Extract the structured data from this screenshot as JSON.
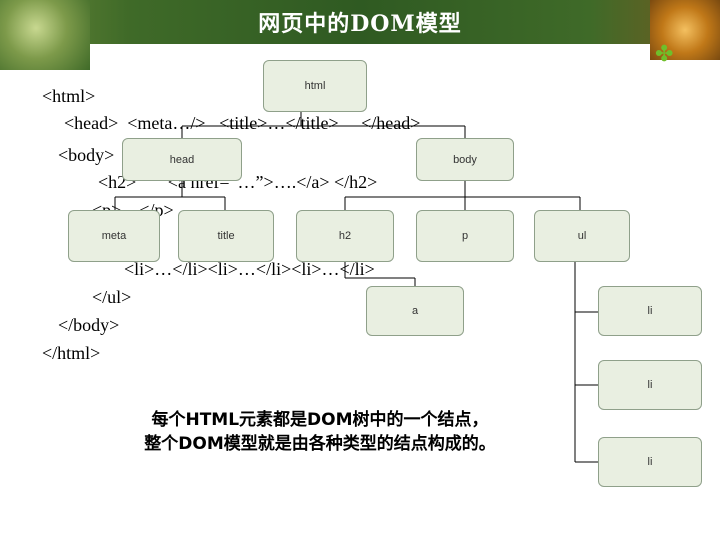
{
  "title": "网页中的DOM模型",
  "icons": {
    "corner_left": "mouse-keyboard-photo",
    "corner_right": "abstract-photo",
    "puzzle": "puzzle-piece-icon"
  },
  "colors": {
    "banner": "#3f6a28",
    "node_fill": "#e9efe1",
    "node_border": "#8fa08a",
    "accent": "#6fbf2a"
  },
  "code": {
    "l1": "<html>",
    "l2": "<head>  <meta…/>   <title>…</title>     </head>",
    "l3": "<body>",
    "l4": "<h2>       <a href=“…”>….</a> </h2>",
    "l5": "<p>…</p>",
    "l6": "<li>…</li><li>…</li><li>…</li>",
    "l7": "</ul>",
    "l8": "</body>",
    "l9": "</html>"
  },
  "nodes": {
    "html": "html",
    "head": "head",
    "body": "body",
    "meta": "meta",
    "title": "title",
    "h2": "h2",
    "p": "p",
    "ul": "ul",
    "a": "a",
    "li1": "li",
    "li2": "li",
    "li3": "li"
  },
  "caption": {
    "line1": "每个HTML元素都是DOM树中的一个结点，",
    "line2": "整个DOM模型就是由各种类型的结点构成的。"
  }
}
